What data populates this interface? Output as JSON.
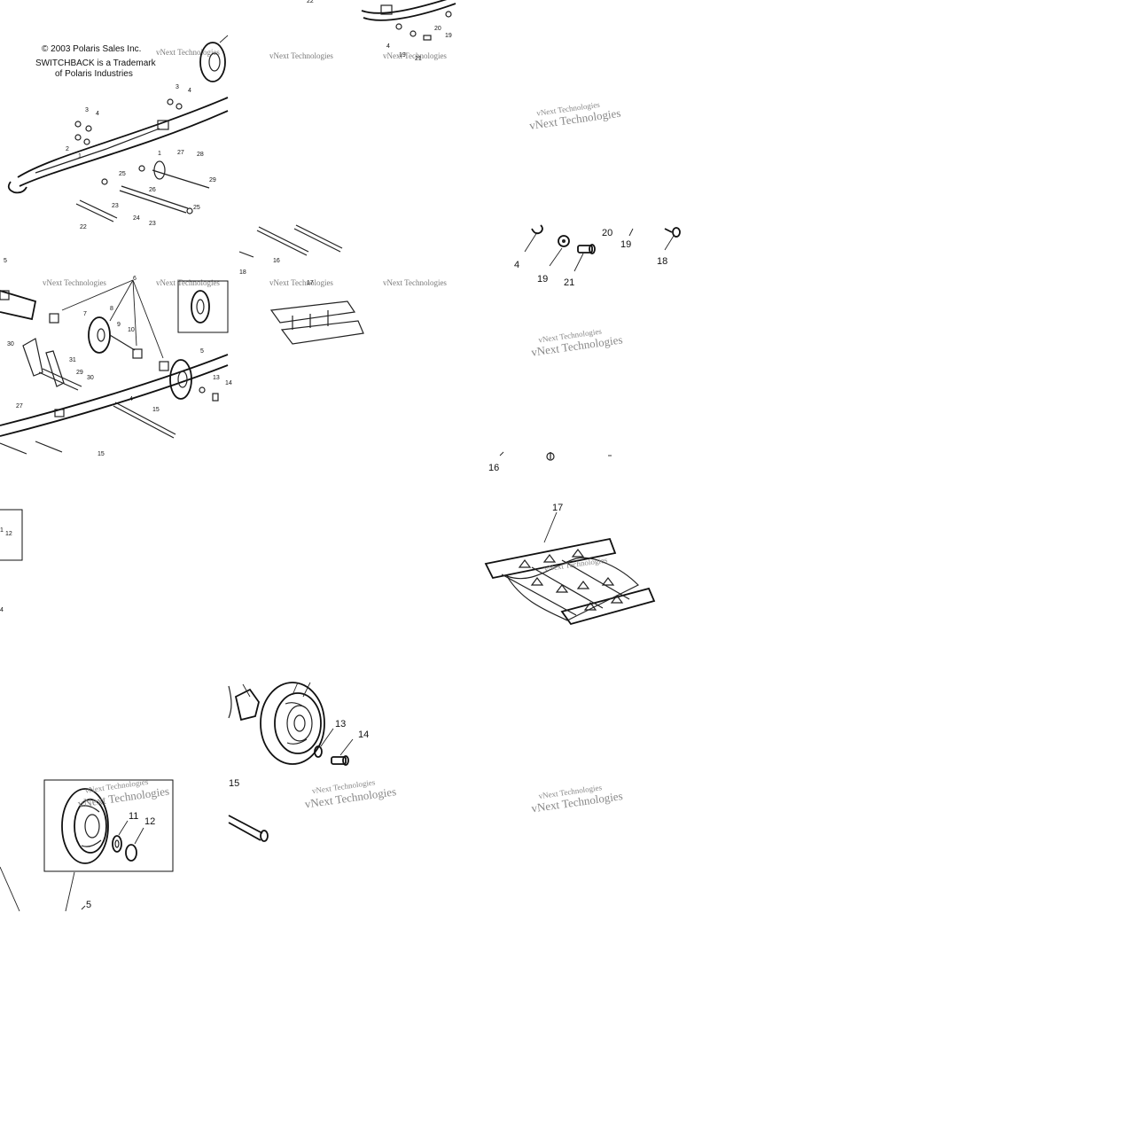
{
  "copyright": {
    "line1": "© 2003 Polaris Sales Inc.",
    "line2": "SWITCHBACK is a Trademark",
    "line3": "of Polaris Industries"
  },
  "watermark": {
    "text": "vNext Technologies"
  },
  "overview_callouts": {
    "tile_a": [
      "3",
      "4",
      "3",
      "4",
      "2",
      "1",
      "1",
      "27",
      "28",
      "25",
      "26",
      "29",
      "23",
      "24",
      "23",
      "25",
      "22"
    ],
    "tile_b": [
      "22",
      "4",
      "19",
      "21",
      "20",
      "19",
      "18",
      "16",
      "17"
    ],
    "tile_c": [
      "5",
      "6",
      "7",
      "8",
      "9",
      "10",
      "30",
      "31",
      "29",
      "30",
      "27",
      "5",
      "13",
      "14",
      "4",
      "15",
      "15"
    ],
    "tile_d": [
      "1",
      "12",
      "4"
    ]
  },
  "detail_callouts": {
    "hardware": {
      "c4": "4",
      "c19a": "19",
      "c21": "21",
      "c20": "20",
      "c19b": "19",
      "c18": "18",
      "c16": "16"
    },
    "track_clip": {
      "c17": "17"
    },
    "wheel": {
      "c13": "13",
      "c14": "14",
      "c15": "15"
    },
    "inset": {
      "c11": "11",
      "c12": "12",
      "c5": "5"
    }
  },
  "colors": {
    "line": "#222222",
    "watermark": "#888888",
    "background": "#ffffff"
  }
}
